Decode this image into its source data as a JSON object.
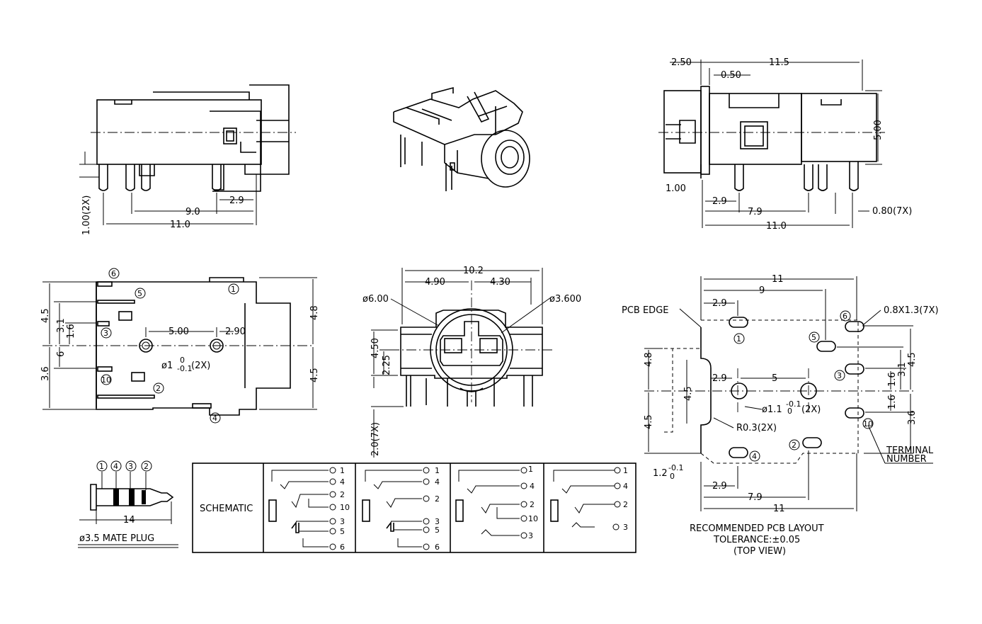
{
  "views": {
    "side_left": {
      "dims": {
        "pin_len": "1.00(2X)",
        "d90": "9.0",
        "d110": "11.0",
        "d29": "2.9"
      }
    },
    "side_right": {
      "dims": {
        "d250": "2.50",
        "d115": "11.5",
        "d050": "0.50",
        "d500": "5.00",
        "d100": "1.00",
        "d29": "2.9",
        "d79": "7.9",
        "d110": "11.0",
        "d080": "0.80(7X)"
      }
    },
    "top_view": {
      "terminals": [
        "6",
        "5",
        "3",
        "10",
        "2",
        "4",
        "1"
      ],
      "dims": {
        "d45": "4.5",
        "d31": "3.1",
        "d16": "1.6",
        "d6": "6",
        "d36": "3.6",
        "d48": "4.8",
        "d45b": "4.5",
        "d500": "5.00",
        "d290": "2.90"
      },
      "hole_label": "ø1",
      "hole_tol_up": "0",
      "hole_tol_down": "-0.1",
      "hole_suffix": "(2X)"
    },
    "front_view": {
      "dims": {
        "d102": "10.2",
        "d490": "4.90",
        "d430": "4.30",
        "d600": "ø6.00",
        "d3600": "ø3.600",
        "d450": "4.50",
        "d225": "2.25",
        "d20": "2.0(7X)"
      }
    },
    "pcb_layout": {
      "dims": {
        "d11": "11",
        "d9": "9",
        "d29": "2.9",
        "d48": "4.8",
        "d45": "4.5",
        "d45b": "4.5",
        "d45c": "4.5",
        "d5": "5",
        "d29b": "2.9",
        "d31": "3.1",
        "d16": "1.6",
        "d16b": "1.6",
        "d36": "3.6",
        "d29c": "2.9",
        "d79": "7.9",
        "d11b": "11",
        "d12": "1.2",
        "d12tol": "-0.1",
        "d12tol0": "0"
      },
      "labels": {
        "pcb_edge": "PCB EDGE",
        "slot": "0.8X1.3(7X)",
        "hole": "ø1.1",
        "hole_tol": "-0.1",
        "hole_tol0": "0",
        "hole_suffix": "(2X)",
        "radius": "R0.3(2X)",
        "terminal_1": "TERMINAL",
        "terminal_2": "NUMBER"
      },
      "terminals": [
        "6",
        "5",
        "3",
        "1",
        "2",
        "4",
        "10"
      ],
      "caption": {
        "line1": "RECOMMENDED PCB LAYOUT",
        "line2": "TOLERANCE:±0.05",
        "line3": "(TOP VIEW)"
      }
    },
    "plug": {
      "terminals": [
        "1",
        "4",
        "3",
        "2"
      ],
      "length": "14",
      "caption": "ø3.5 MATE PLUG"
    },
    "schematic": {
      "title": "SCHEMATIC",
      "panel1": [
        "1",
        "4",
        "2",
        "10",
        "3",
        "5",
        "6"
      ],
      "panel2": [
        "1",
        "4",
        "2",
        "3",
        "5",
        "6"
      ],
      "panel3": [
        "1",
        "4",
        "2",
        "10",
        "3"
      ],
      "panel4": [
        "1",
        "4",
        "2",
        "3"
      ]
    }
  }
}
